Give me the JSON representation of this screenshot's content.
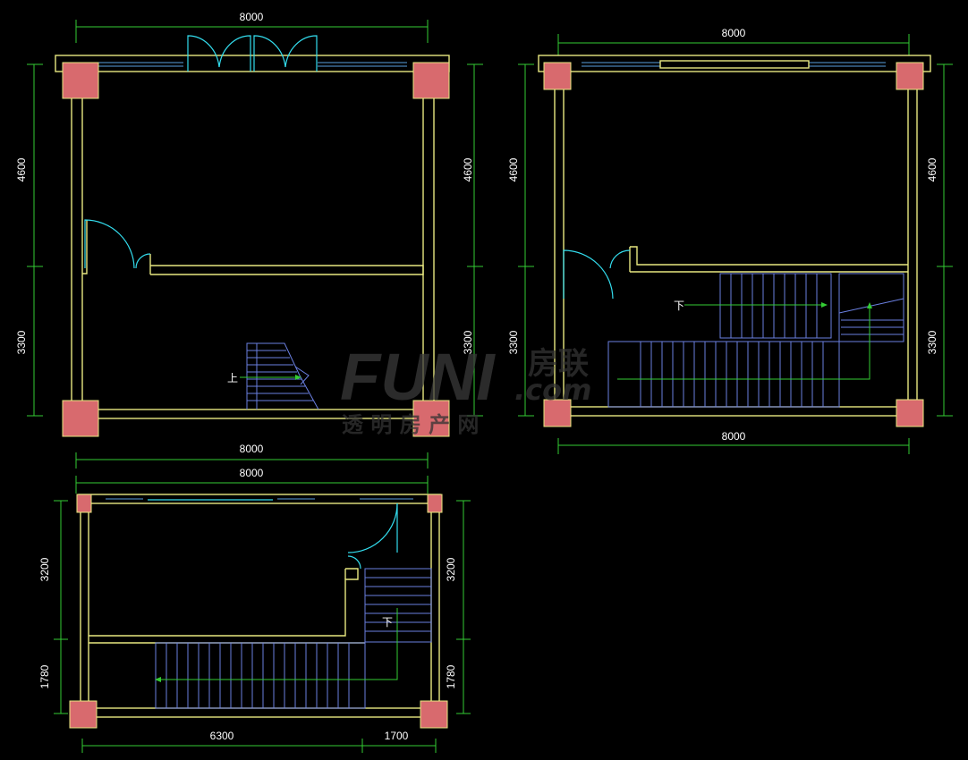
{
  "colors": {
    "background": "#000000",
    "wall": "#e8e880",
    "dimension": "#33cc33",
    "door": "#33ddee",
    "stair": "#6a7fe0",
    "column": "#d86a6e"
  },
  "plan_a": {
    "top_width": "8000",
    "bottom_width": "8000",
    "left_upper": "4600",
    "left_lower": "3300",
    "right_upper": "4600",
    "right_lower": "3300",
    "stair_label": "上"
  },
  "plan_b": {
    "top_width": "8000",
    "bottom_width": "8000",
    "left_upper": "4600",
    "left_lower": "3300",
    "right_upper": "4600",
    "right_lower": "3300",
    "stair_label": "下"
  },
  "plan_c": {
    "top_width": "8000",
    "bottom_left": "6300",
    "bottom_right": "1700",
    "left_upper": "3200",
    "left_lower": "1780",
    "right_upper": "3200",
    "right_lower": "1780",
    "stair_label": "下"
  },
  "watermark": {
    "brand": "FUNI",
    "brand_cn": "房联",
    "domain": ".com",
    "slogan": "透 明 房 产 网"
  }
}
